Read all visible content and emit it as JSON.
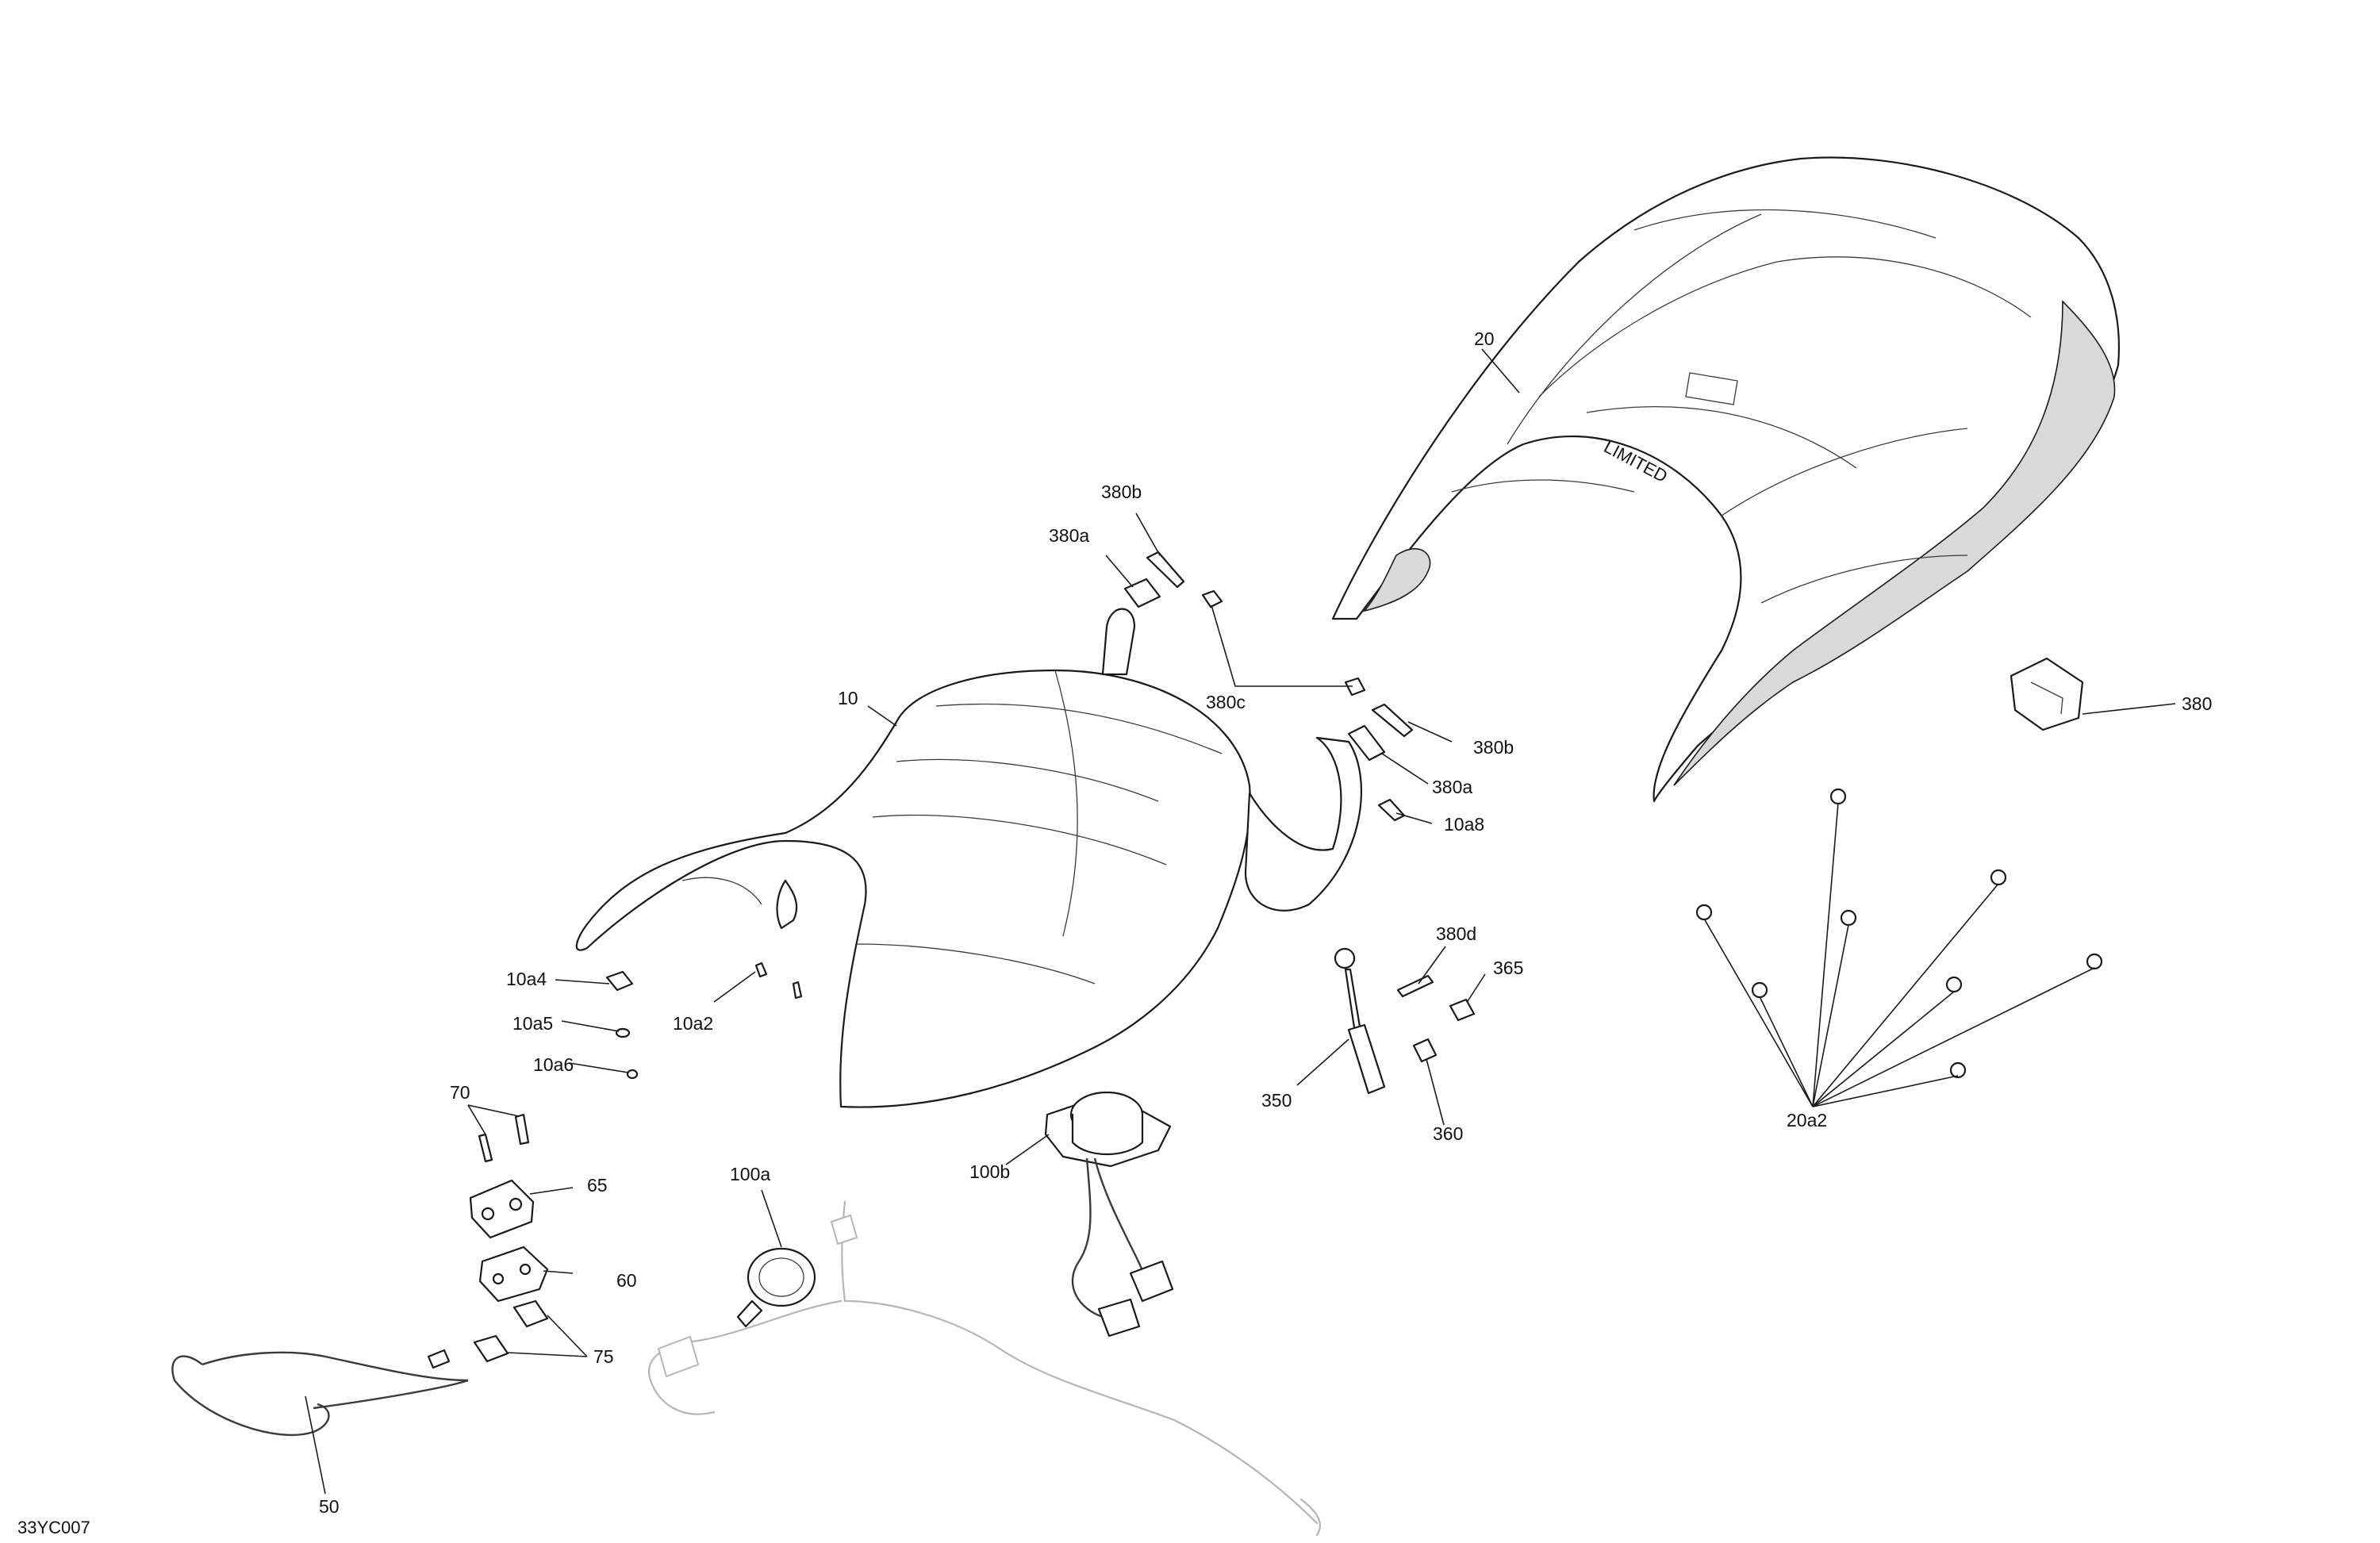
{
  "diagram_id": "33YC007",
  "callouts": {
    "c10": "10",
    "c20": "20",
    "c380b_top": "380b",
    "c380a_top": "380a",
    "c380c": "380c",
    "c380b_right": "380b",
    "c380a_right": "380a",
    "c10a8": "10a8",
    "c380": "380",
    "c10a4": "10a4",
    "c10a5": "10a5",
    "c10a2": "10a2",
    "c10a6": "10a6",
    "c380d": "380d",
    "c365": "365",
    "c350": "350",
    "c360": "360",
    "c70": "70",
    "c65": "65",
    "c60": "60",
    "c75": "75",
    "c100a": "100a",
    "c100b": "100b",
    "c50": "50",
    "c20a2": "20a2"
  }
}
